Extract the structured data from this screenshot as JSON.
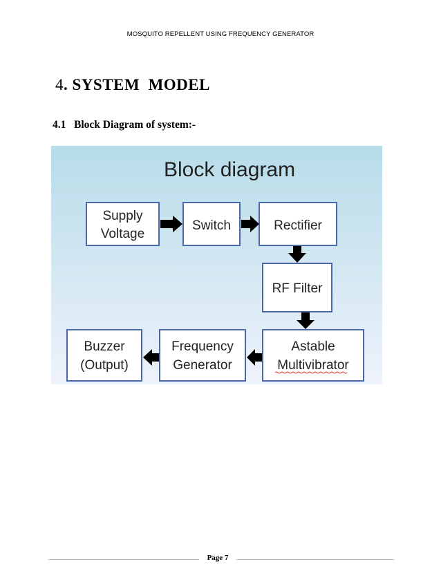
{
  "header": {
    "running_title": "MOSQUITO REPELLENT USING FREQUENCY GENERATOR"
  },
  "chapter": {
    "number": "4",
    "separator": ". ",
    "title": "SYSTEM  MODEL"
  },
  "section": {
    "heading": "4.1   Block Diagram of system:-"
  },
  "diagram": {
    "title": "Block diagram",
    "blocks": {
      "supply_voltage": [
        "Supply",
        "Voltage"
      ],
      "switch": [
        "Switch"
      ],
      "rectifier": [
        "Rectifier"
      ],
      "rf_filter": [
        "RF Filter"
      ],
      "astable_multivibrator": [
        "Astable",
        "Multivibrator"
      ],
      "frequency_generator": [
        "Frequency",
        "Generator"
      ],
      "buzzer_output": [
        "Buzzer",
        "(Output)"
      ]
    },
    "colors": {
      "background_top": "#b7dce9",
      "background_bottom": "#eef2fb",
      "box_border": "#4a67a8",
      "arrow": "#000000",
      "spellcheck": "#e03030"
    }
  },
  "footer": {
    "page_label": "Page 7"
  }
}
